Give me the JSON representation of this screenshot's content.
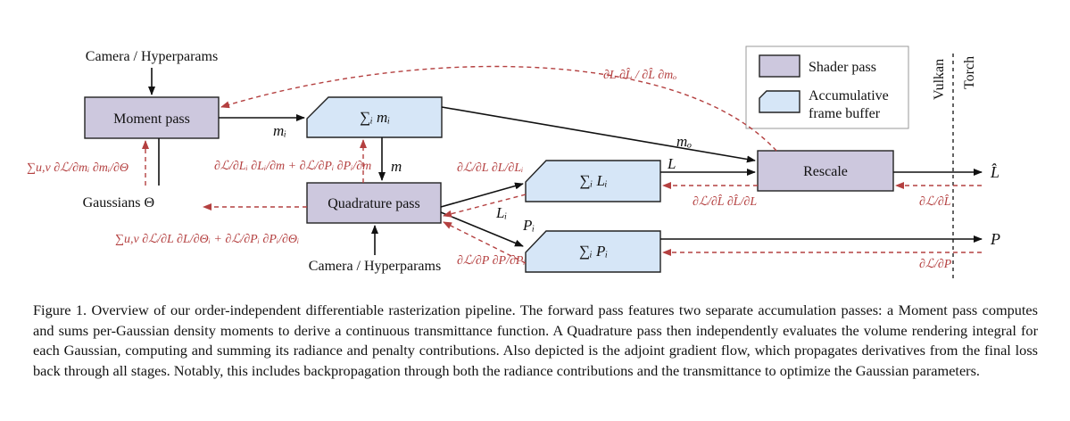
{
  "labels": {
    "camera_top": "Camera / Hyperparams",
    "camera_bottom": "Camera / Hyperparams",
    "gaussians": "Gaussians Θ",
    "vulkan": "Vulkan",
    "torch": "Torch"
  },
  "boxes": {
    "moment": "Moment pass",
    "quadrature": "Quadrature pass",
    "rescale": "Rescale",
    "acc_m": "∑ᵢ mᵢ",
    "acc_l": "∑ᵢ Lᵢ",
    "acc_p": "∑ᵢ Pᵢ"
  },
  "legend": {
    "shader": "Shader pass",
    "acc_line1": "Accumulative",
    "acc_line2": "frame buffer"
  },
  "forward_labels": {
    "mi": "mᵢ",
    "m": "m",
    "mo": "mₒ",
    "L": "L",
    "Li": "Lᵢ",
    "Pi": "Pᵢ",
    "Lhat": "L̂",
    "P": "P"
  },
  "gradients": {
    "top_arc": "∂L ∂L̂ / ∂L̂ ∂mₒ",
    "moment_theta": "∑u,v ∂ℒ/∂mᵢ ∂mᵢ/∂Θ",
    "to_m_accum": "∂ℒ/∂Lᵢ ∂Lᵢ/∂m + ∂ℒ/∂Pᵢ ∂Pᵢ/∂m",
    "to_l_accum": "∂ℒ/∂L ∂L/∂Lᵢ",
    "rescale_to_l": "∂ℒ/∂L̂ ∂L̂/∂L",
    "quad_theta": "∑u,v ∂ℒ/∂L ∂L/∂Θᵢ + ∂ℒ/∂Pᵢ ∂Pᵢ/∂Θᵢ",
    "to_p_accum": "∂ℒ/∂P ∂P/∂Pᵢ",
    "out_lhat": "∂ℒ/∂L̂",
    "out_p": "∂ℒ/∂P"
  },
  "colors": {
    "shader_fill": "#cdc8de",
    "accum_fill": "#d6e6f7",
    "gradient": "#b44040"
  },
  "caption": "Figure 1. Overview of our order-independent differentiable rasterization pipeline. The forward pass features two separate accumulation passes: a Moment pass computes and sums per-Gaussian density moments to derive a continuous transmittance function. A Quadrature pass then independently evaluates the volume rendering integral for each Gaussian, computing and summing its radiance and penalty contributions. Also depicted is the adjoint gradient flow, which propagates derivatives from the final loss back through all stages. Notably, this includes backpropagation through both the radiance contributions and the transmittance to optimize the Gaussian parameters."
}
